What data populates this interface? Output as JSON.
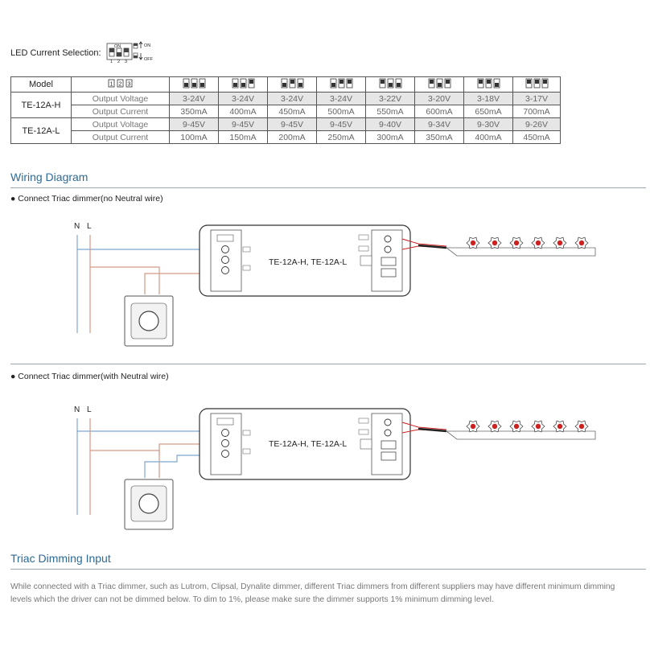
{
  "led_current_selection": {
    "label": "LED Current Selection:",
    "switch_on": "ON",
    "switch_off": "OFF",
    "switch_numbers": [
      "1",
      "2",
      "3"
    ]
  },
  "table": {
    "model_header": "Model",
    "rows": [
      {
        "model": "TE-12A-H",
        "voltage_label": "Output Voltage",
        "current_label": "Output Current",
        "voltages": [
          "3-24V",
          "3-24V",
          "3-24V",
          "3-24V",
          "3-22V",
          "3-20V",
          "3-18V",
          "3-17V"
        ],
        "currents": [
          "350mA",
          "400mA",
          "450mA",
          "500mA",
          "550mA",
          "600mA",
          "650mA",
          "700mA"
        ]
      },
      {
        "model": "TE-12A-L",
        "voltage_label": "Output Voltage",
        "current_label": "Output Current",
        "voltages": [
          "9-45V",
          "9-45V",
          "9-45V",
          "9-45V",
          "9-40V",
          "9-34V",
          "9-30V",
          "9-26V"
        ],
        "currents": [
          "100mA",
          "150mA",
          "200mA",
          "250mA",
          "300mA",
          "350mA",
          "400mA",
          "450mA"
        ]
      }
    ]
  },
  "wiring": {
    "title": "Wiring Diagram",
    "diagram1_caption": "Connect Triac dimmer(no Neutral wire)",
    "diagram2_caption": "Connect Triac dimmer(with Neutral wire)",
    "n_label": "N",
    "l_label": "L",
    "driver_label": "TE-12A-H, TE-12A-L"
  },
  "triac": {
    "title": "Triac Dimming Input",
    "paragraph": "While connected with a Triac dimmer, such as Lutrom, Clipsal, Dynalite dimmer, different Triac dimmers from different suppliers may have different minimum dimming levels which the driver can not be dimmed below. To dim to 1%, please make sure the dimmer supports 1% minimum dimming level."
  },
  "colors": {
    "title_blue": "#2c6a9a",
    "wire_blue": "#7fa8d0",
    "wire_brown": "#d49a86",
    "led_red": "#cc2222"
  }
}
